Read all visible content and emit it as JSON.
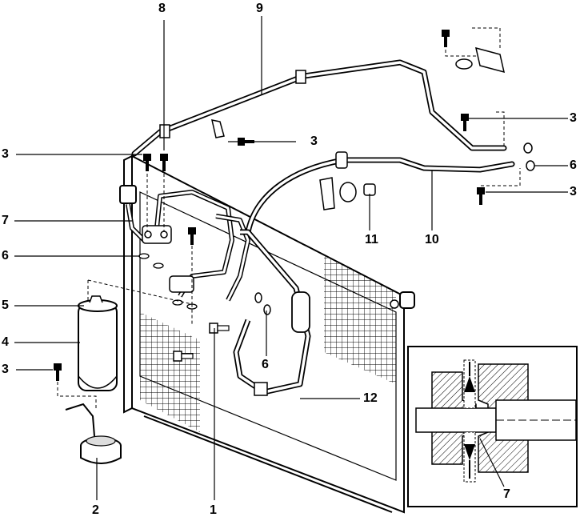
{
  "callouts": {
    "c1": "1",
    "c2": "2",
    "c3a": "3",
    "c3b": "3",
    "c3c": "3",
    "c3d": "3",
    "c3e": "3",
    "c4": "4",
    "c5": "5",
    "c6a": "6",
    "c6b": "6",
    "c6c": "6",
    "c7a": "7",
    "c7b": "7",
    "c8": "8",
    "c9": "9",
    "c10": "10",
    "c11": "11",
    "c12": "12"
  }
}
